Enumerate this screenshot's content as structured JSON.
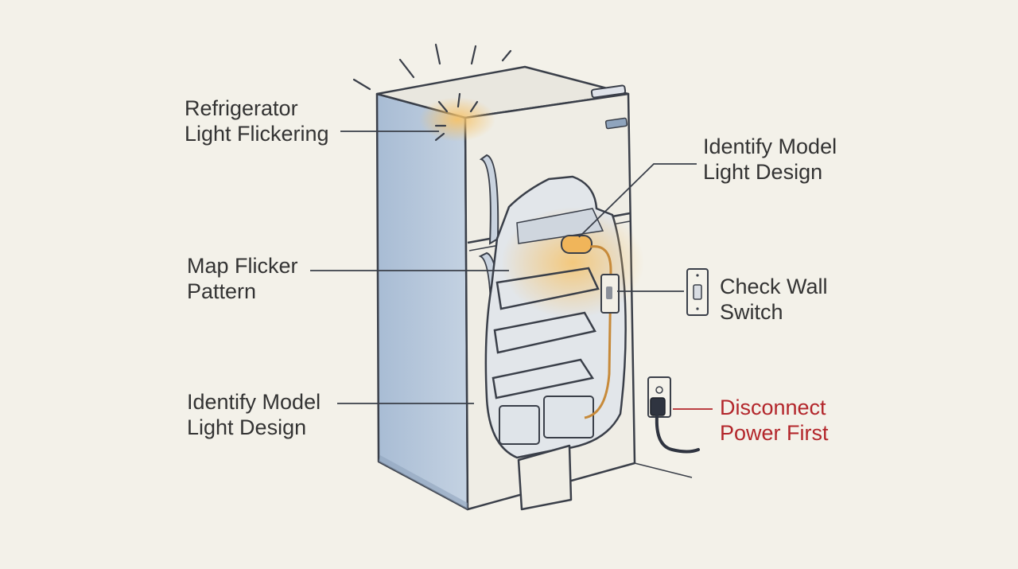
{
  "labels": {
    "refrigerator_light": {
      "line1": "Refrigerator",
      "line2": "Light Flickering"
    },
    "identify_model_top": {
      "line1": "Identify Model",
      "line2": "Light Design"
    },
    "map_flicker": {
      "line1": "Map Flicker",
      "line2": "Pattern"
    },
    "check_wall_switch": {
      "line1": "Check Wall",
      "line2": "Switch"
    },
    "identify_model_bottom": {
      "line1": "Identify Model",
      "line2": "Light Design"
    },
    "disconnect_power": {
      "line1": "Disconnect",
      "line2": "Power First"
    }
  },
  "colors": {
    "background": "#f3f1e9",
    "ink": "#3a3f49",
    "fridge_side": "#a9bcd3",
    "fridge_front": "#eeece4",
    "glow": "#f6c36a",
    "wire": "#c78a3a",
    "warning_text": "#b3262b",
    "label_text": "#333333"
  },
  "icons": [
    "refrigerator",
    "light-bulb",
    "wall-switch",
    "power-outlet",
    "power-plug"
  ]
}
